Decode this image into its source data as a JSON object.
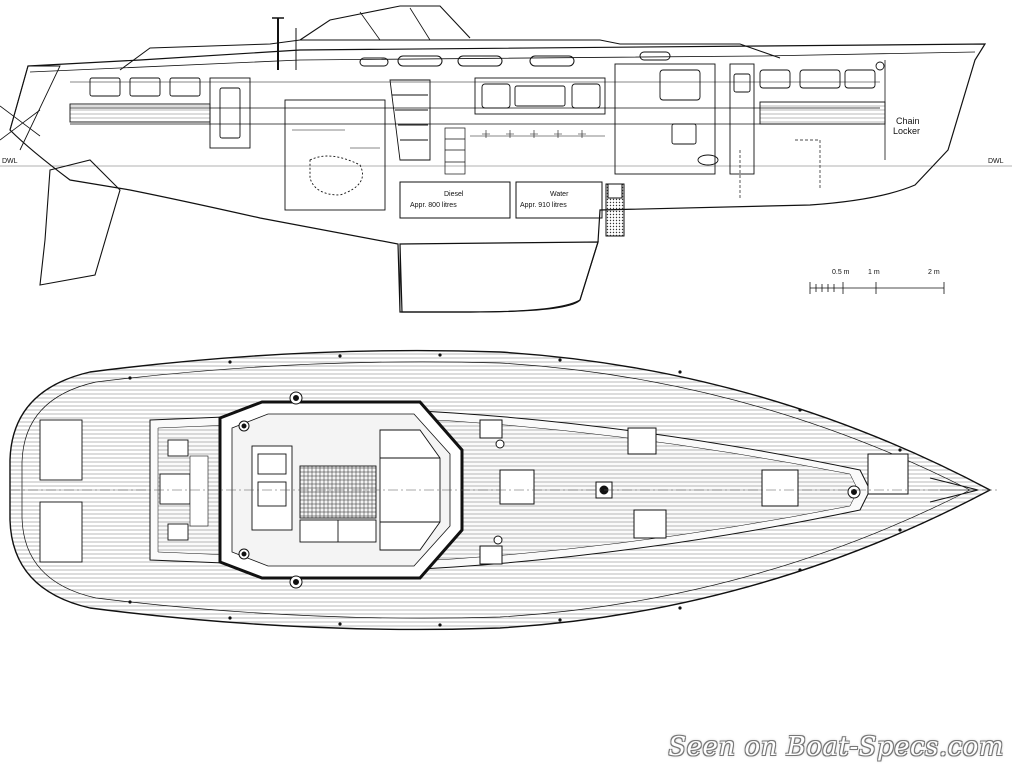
{
  "profile": {
    "chain_locker_line1": "Chain",
    "chain_locker_line2": "Locker",
    "dwl_left": "DWL",
    "dwl_right": "DWL",
    "diesel_line1": "Diesel",
    "diesel_line2": "Appr. 800 litres",
    "water_line1": "Water",
    "water_line2": "Appr. 910  litres"
  },
  "scale_bar": {
    "tick_05": "0.5 m",
    "tick_1": "1 m",
    "tick_2": "2 m"
  },
  "watermark": "Seen on Boat-Specs.com"
}
